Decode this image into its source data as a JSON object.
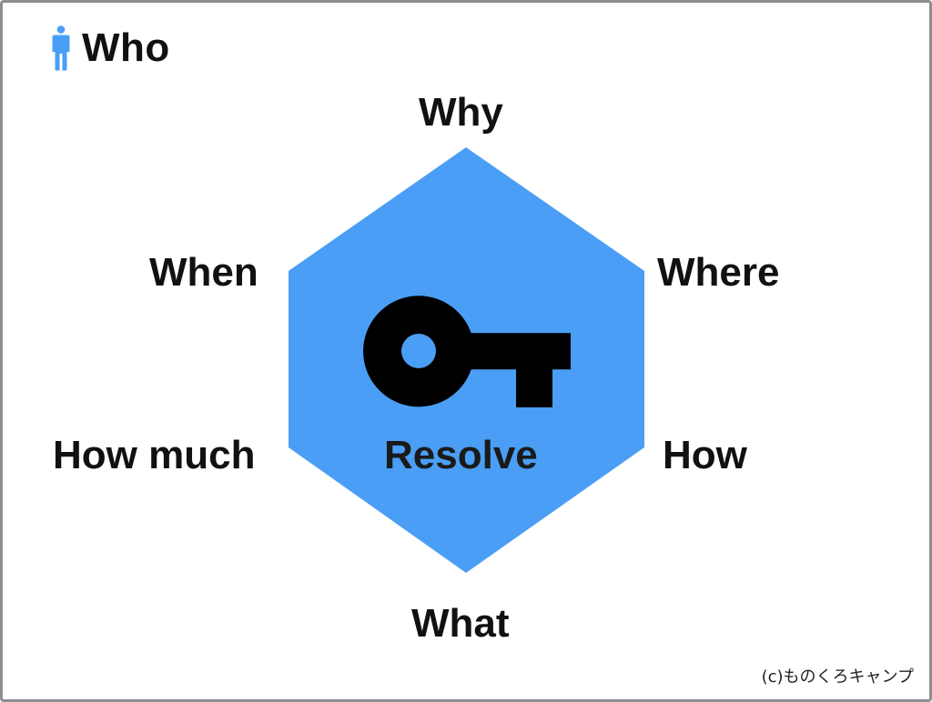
{
  "who": {
    "label": "Who",
    "icon": "person-icon",
    "icon_color": "#4a9ef5"
  },
  "hexagon": {
    "fill_color": "#4a9ef5",
    "center_icon": "key-icon",
    "center_label": "Resolve"
  },
  "vertices": {
    "top": "Why",
    "upper_left": "When",
    "upper_right": "Where",
    "lower_left": "How much",
    "lower_right": "How",
    "bottom": "What"
  },
  "footer": {
    "copyright": "(c)ものくろキャンプ"
  }
}
